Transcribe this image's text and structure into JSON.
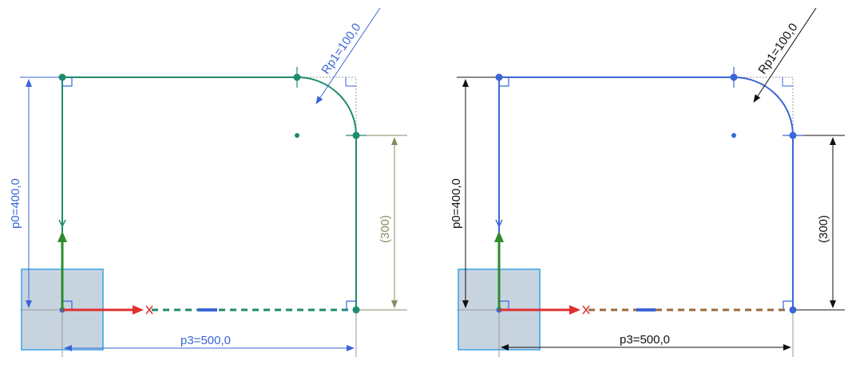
{
  "colors": {
    "left_sketch": "#1e8a6e",
    "right_sketch": "#3a66d6",
    "left_dim": "#3a66d6",
    "left_dim_driven": "#8a8a66",
    "right_dim": "#111111",
    "x_axis": "#e03030",
    "y_axis": "#2e8b2e",
    "origin_box_fill": "#c7d4e0",
    "origin_box_stroke": "#3aa0e6",
    "left_dashed": "#1e8a6e",
    "right_dashed": "#9a6a3a",
    "gray": "#9a9a9a"
  },
  "left_panel": {
    "dim_height": "p0=400,0",
    "dim_width": "p3=500,0",
    "dim_radius": "Rp1=100,0",
    "dim_driven": "(300)"
  },
  "right_panel": {
    "dim_height": "p0=400,0",
    "dim_width": "p3=500,0",
    "dim_radius": "Rp1=100,0",
    "dim_driven": "(300)"
  }
}
